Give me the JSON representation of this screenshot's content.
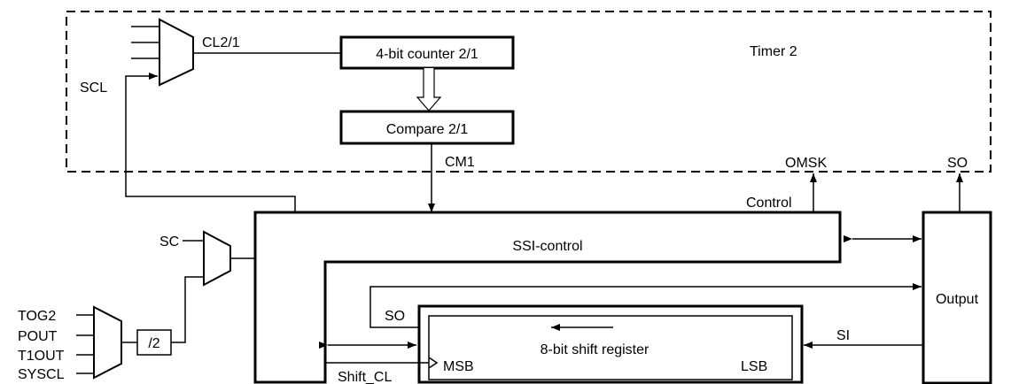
{
  "timer_block": {
    "title": "Timer 2",
    "mux_input_label": "SCL",
    "mux_output_label": "CL2/1",
    "counter_label": "4-bit counter 2/1",
    "compare_label": "Compare 2/1",
    "compare_output_label": "CM1",
    "omsk_label": "OMSK",
    "so_label": "SO"
  },
  "ssi_control": {
    "label": "SSI-control",
    "control_label": "Control"
  },
  "sc_mux": {
    "input_label": "SC"
  },
  "source_mux": {
    "inputs": [
      "TOG2",
      "POUT",
      "T1OUT",
      "SYSCL"
    ]
  },
  "divider": {
    "label": "/2"
  },
  "output_block": {
    "label": "Output"
  },
  "shift_register": {
    "label": "8-bit shift register",
    "msb_label": "MSB",
    "lsb_label": "LSB",
    "so_label": "SO",
    "si_label": "SI",
    "shift_clock_label": "Shift_CL"
  },
  "colors": {
    "line": "#000000",
    "background": "#ffffff"
  }
}
